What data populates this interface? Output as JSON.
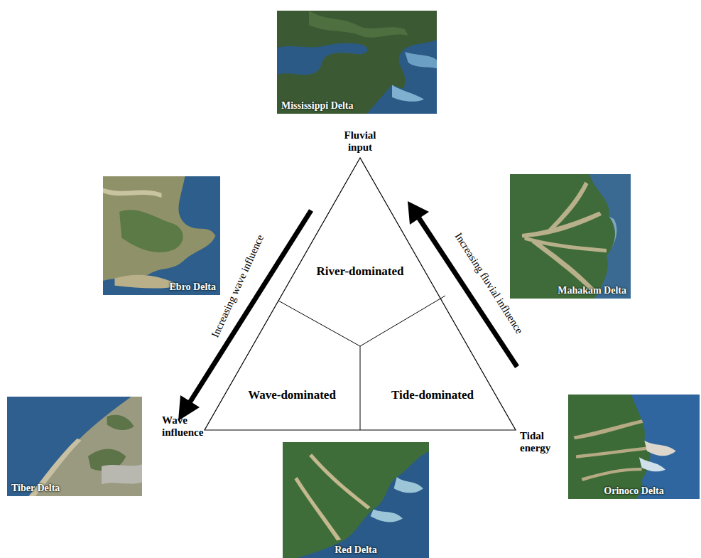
{
  "diagram": {
    "nodes": [
      {
        "text": [
          "Mississippi Delta"
        ]
      },
      {
        "text": [
          "Ebro Delta"
        ]
      },
      {
        "text": [
          "Mahakam Delta"
        ]
      },
      {
        "text": [
          "Tiber Delta"
        ]
      },
      {
        "text": [
          "Red Delta"
        ]
      },
      {
        "text": [
          "Orinoco Delta"
        ]
      }
    ],
    "labels": [
      "Fluvial input",
      "Wave influence",
      "Tidal energy",
      "River-dominated",
      "Wave-dominated",
      "Tide-dominated",
      "Increasing wave influence",
      "Increasing fluvial influence"
    ]
  }
}
